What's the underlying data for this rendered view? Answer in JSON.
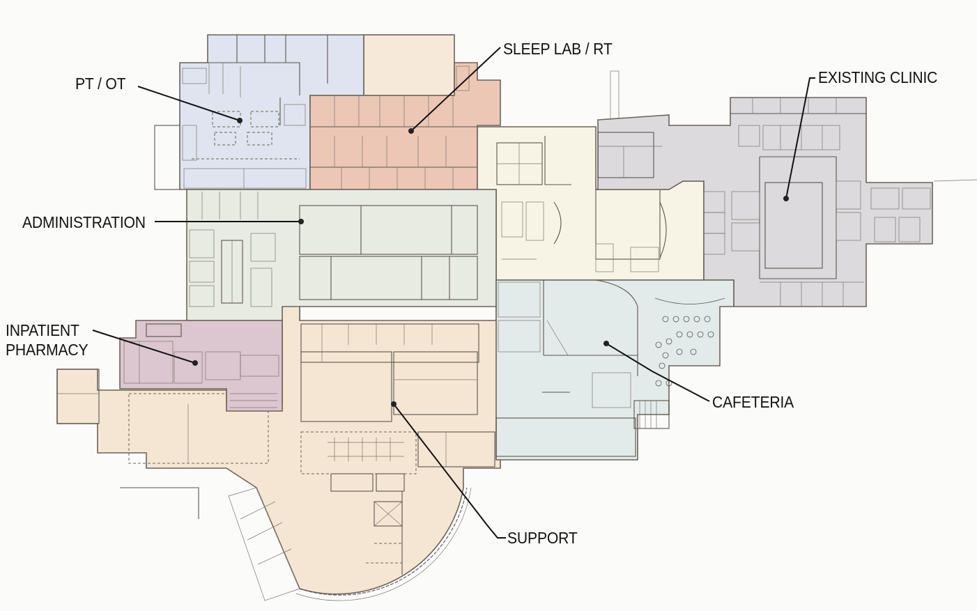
{
  "diagram": {
    "type": "floor-plan",
    "background": "#fbfbfa",
    "zones": [
      {
        "id": "pt_ot",
        "label": "PT / OT",
        "color": "#dfe4f0"
      },
      {
        "id": "sleep_lab_rt",
        "label": "SLEEP LAB / RT",
        "color": "#ecc7b6"
      },
      {
        "id": "administration",
        "label": "ADMINISTRATION",
        "color": "#e8ebe2"
      },
      {
        "id": "lobby",
        "label": "",
        "color": "#f7f4e6"
      },
      {
        "id": "existing_clinic",
        "label": "EXISTING CLINIC",
        "color": "#dcdadd"
      },
      {
        "id": "inpatient_pharmacy",
        "label": "INPATIENT\nPHARMACY",
        "color": "#dcc6cf"
      },
      {
        "id": "support",
        "label": "SUPPORT",
        "color": "#f5e6d3"
      },
      {
        "id": "cafeteria",
        "label": "CAFETERIA",
        "color": "#e3eaea"
      },
      {
        "id": "future_shell",
        "label": "",
        "color": "#f7e9da"
      }
    ],
    "callouts": {
      "pt_ot": "PT / OT",
      "sleep_lab_rt": "SLEEP LAB / RT",
      "existing_clinic": "EXISTING CLINIC",
      "administration": "ADMINISTRATION",
      "inpatient_pharmacy": "INPATIENT\nPHARMACY",
      "cafeteria": "CAFETERIA",
      "support": "SUPPORT"
    }
  }
}
